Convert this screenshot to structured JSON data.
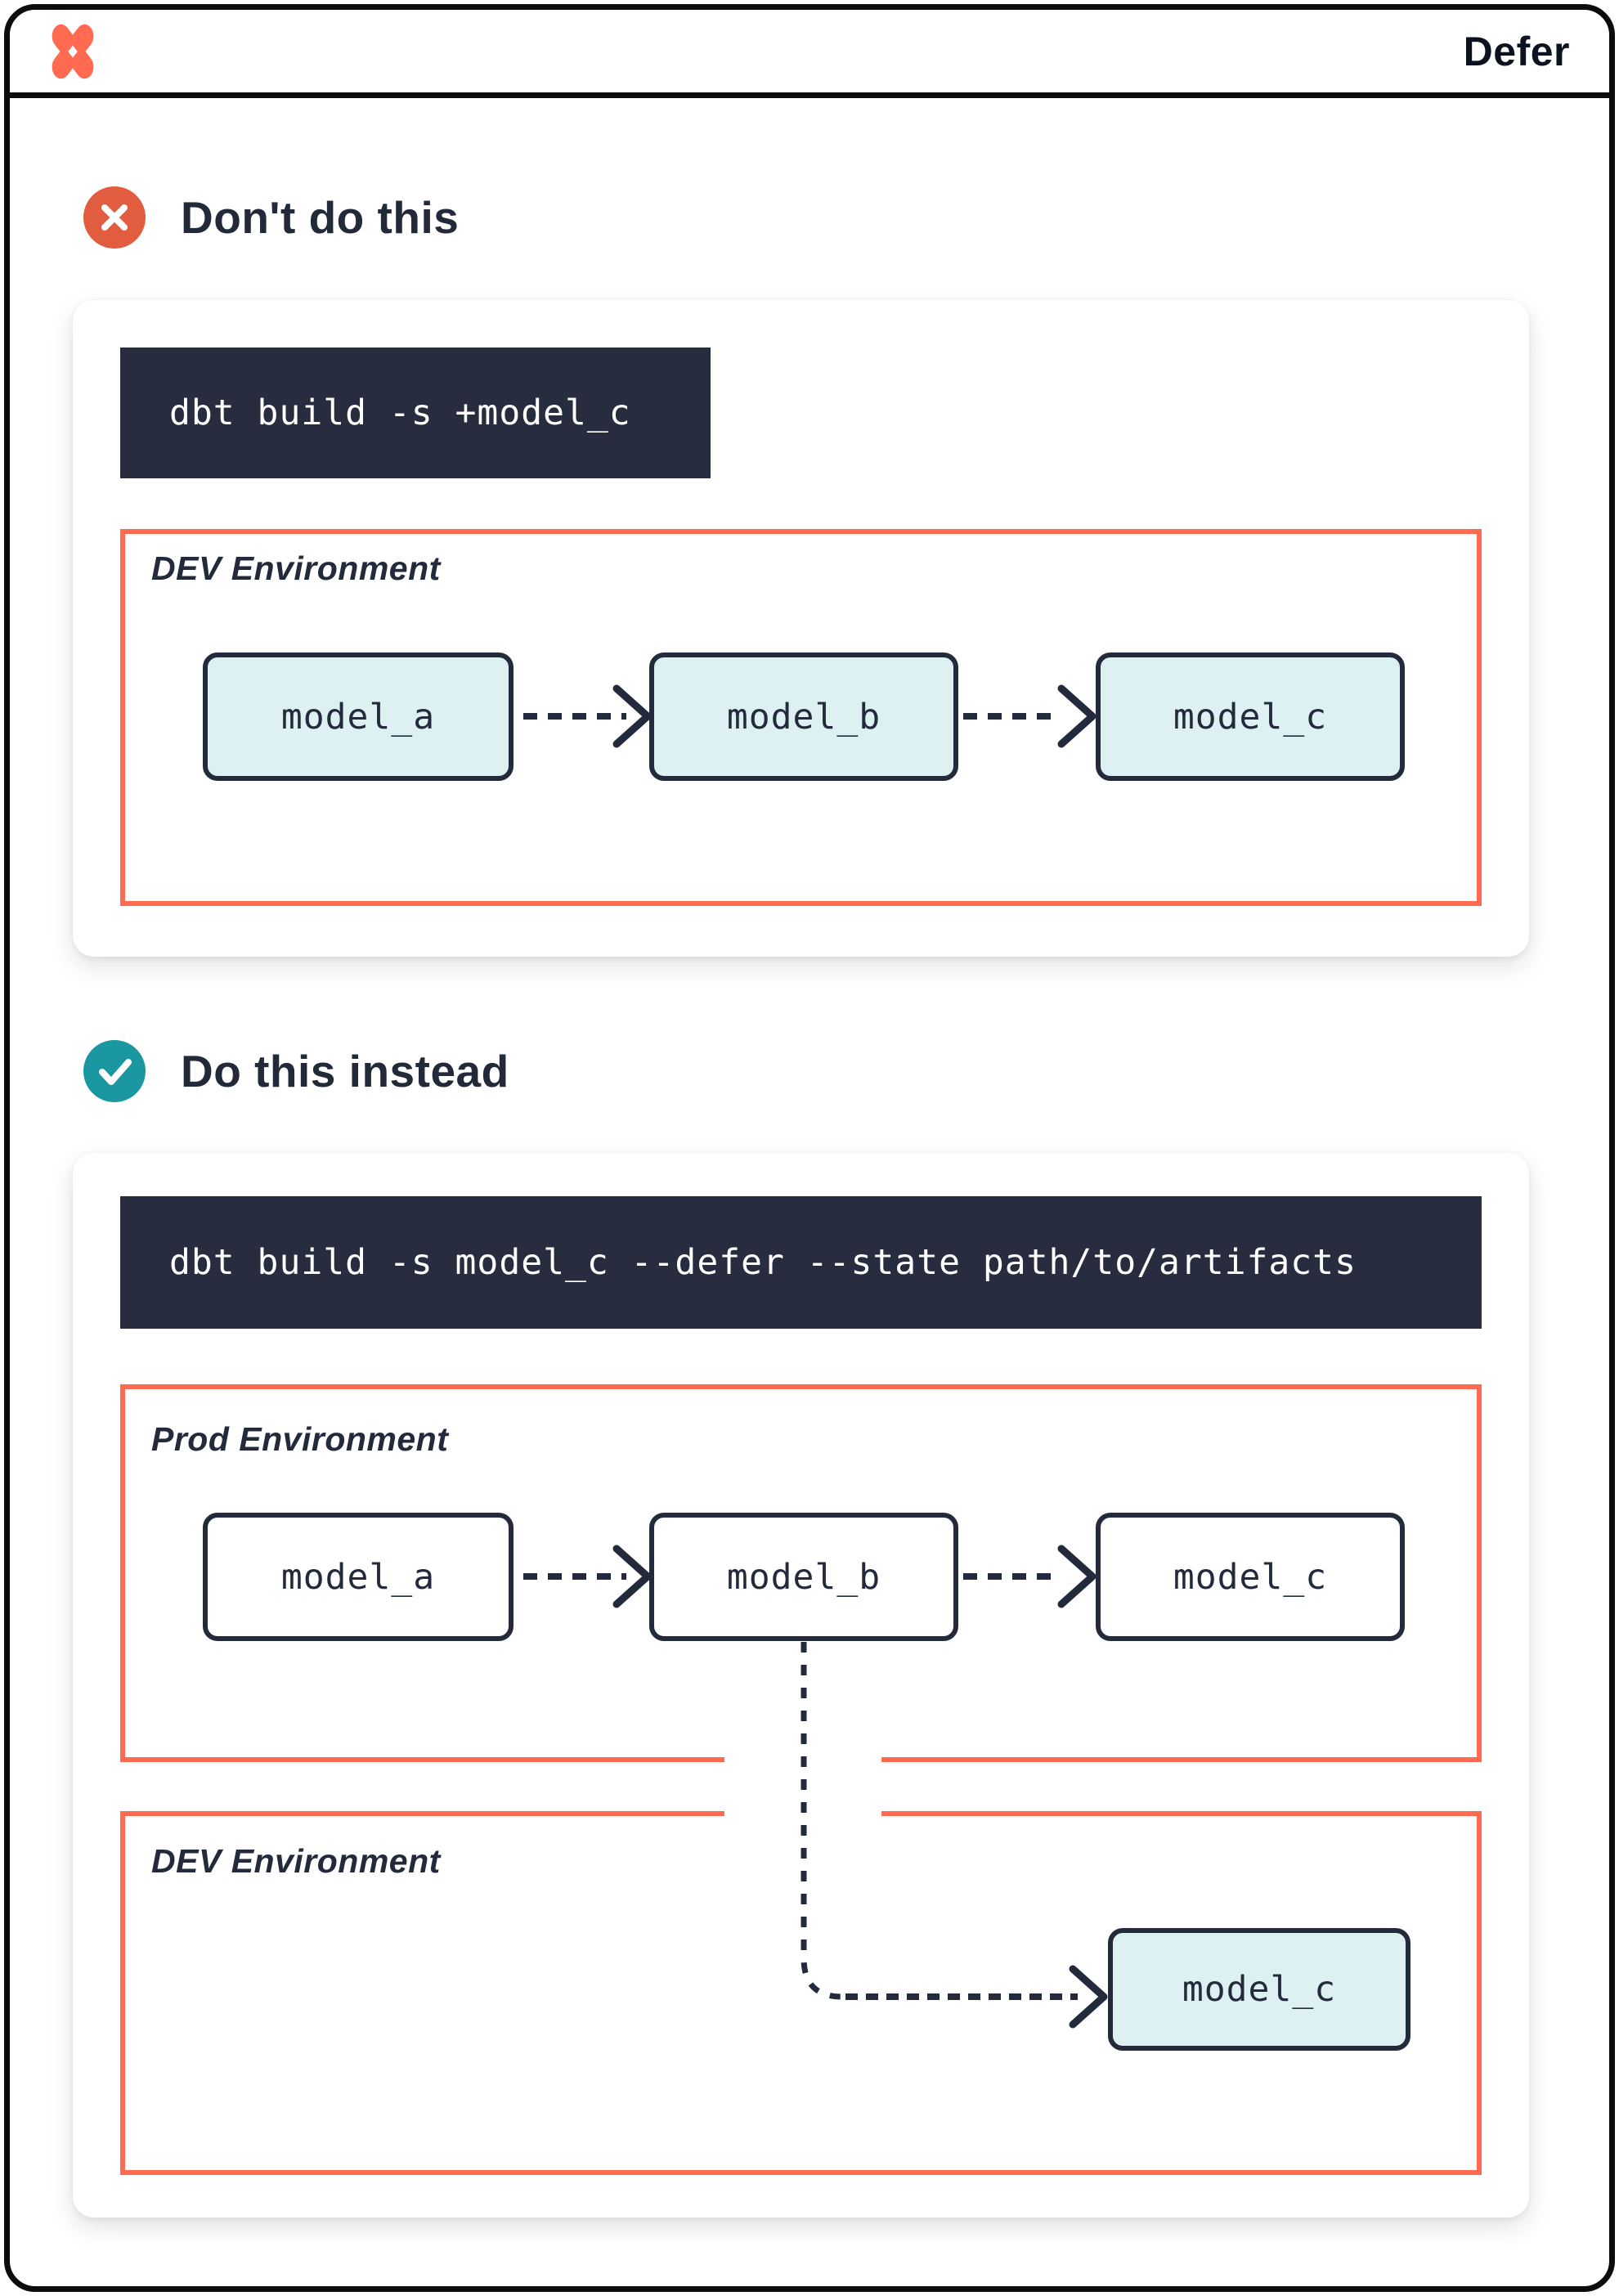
{
  "header": {
    "title": "Defer",
    "logo": "dbt-logo"
  },
  "sections": {
    "dont": {
      "heading": "Don't do this",
      "badge_icon": "cross-icon",
      "command": "dbt build -s +model_c",
      "env": {
        "label": "DEV Environment",
        "nodes": [
          "model_a",
          "model_b",
          "model_c"
        ]
      }
    },
    "do": {
      "heading": "Do this instead",
      "badge_icon": "check-icon",
      "command": "dbt build -s model_c --defer --state path/to/artifacts",
      "prod_env": {
        "label": "Prod Environment",
        "nodes": [
          "model_a",
          "model_b",
          "model_c"
        ]
      },
      "dev_env": {
        "label": "DEV Environment",
        "nodes": [
          "model_c"
        ]
      }
    }
  },
  "colors": {
    "coral": "#FF6A50",
    "navy": "#232A3B",
    "code_bg": "#272C3E",
    "node_fill": "#DDF1F3",
    "cross_badge": "#E25C3F",
    "check_badge": "#1A97A0",
    "window_border": "#0c0c0c"
  }
}
